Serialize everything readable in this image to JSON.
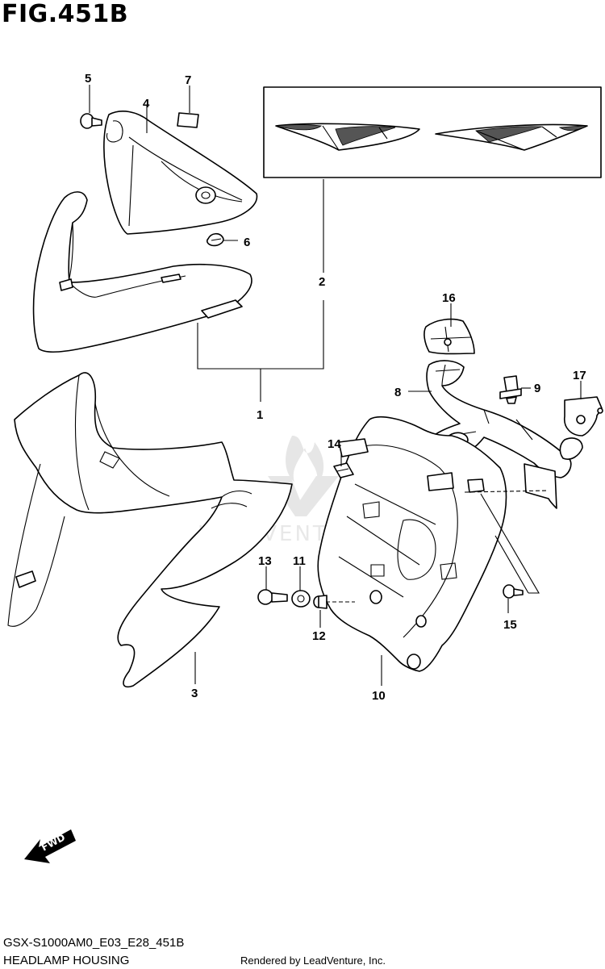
{
  "figure": {
    "title": "FIG.451B",
    "model_code": "GSX-S1000AM0_E03_E28_451B",
    "section_name": "HEADLAMP HOUSING",
    "render_credit": "Rendered by LeadVenture, Inc.",
    "watermark": "LEADVENTURE",
    "fwd_label": "FWD"
  },
  "callouts": {
    "c1": "1",
    "c2": "2",
    "c3": "3",
    "c4": "4",
    "c5": "5",
    "c6": "6",
    "c7": "7",
    "c8": "8",
    "c9": "9",
    "c10": "10",
    "c11": "11",
    "c12": "12",
    "c13": "13",
    "c14": "14",
    "c15": "15",
    "c16": "16",
    "c17": "17"
  }
}
